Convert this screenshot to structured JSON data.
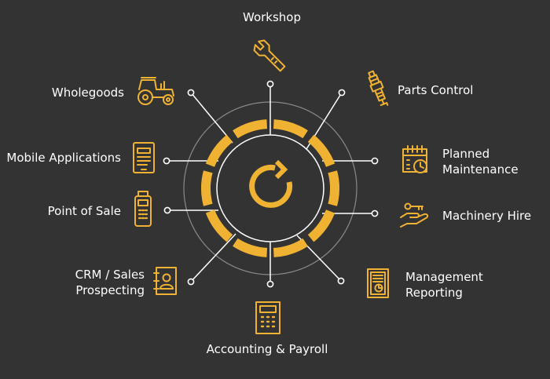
{
  "colors": {
    "background": "#333333",
    "accent": "#f0b232",
    "line": "#ffffff",
    "thin_ring": "#8a8a8a",
    "text": "#ffffff"
  },
  "center": {
    "icon": "refresh-cycle-icon"
  },
  "modules": [
    {
      "id": "workshop",
      "lines": [
        "Workshop"
      ],
      "icon": "wrench-icon"
    },
    {
      "id": "parts-control",
      "lines": [
        "Parts Control"
      ],
      "icon": "spark-plug-icon"
    },
    {
      "id": "planned-maintenance",
      "lines": [
        "Planned",
        "Maintenance"
      ],
      "icon": "calendar-clock-icon"
    },
    {
      "id": "machinery-hire",
      "lines": [
        "Machinery Hire"
      ],
      "icon": "hand-key-icon"
    },
    {
      "id": "management-reporting",
      "lines": [
        "Management",
        "Reporting"
      ],
      "icon": "report-chart-icon"
    },
    {
      "id": "accounting-payroll",
      "lines": [
        "Accounting & Payroll"
      ],
      "icon": "calculator-icon"
    },
    {
      "id": "crm-sales",
      "lines": [
        "CRM / Sales",
        "Prospecting"
      ],
      "icon": "contact-book-icon"
    },
    {
      "id": "point-of-sale",
      "lines": [
        "Point of Sale"
      ],
      "icon": "card-terminal-icon"
    },
    {
      "id": "mobile-applications",
      "lines": [
        "Mobile Applications"
      ],
      "icon": "tablet-icon"
    },
    {
      "id": "wholegoods",
      "lines": [
        "Wholegoods"
      ],
      "icon": "tractor-icon"
    }
  ]
}
